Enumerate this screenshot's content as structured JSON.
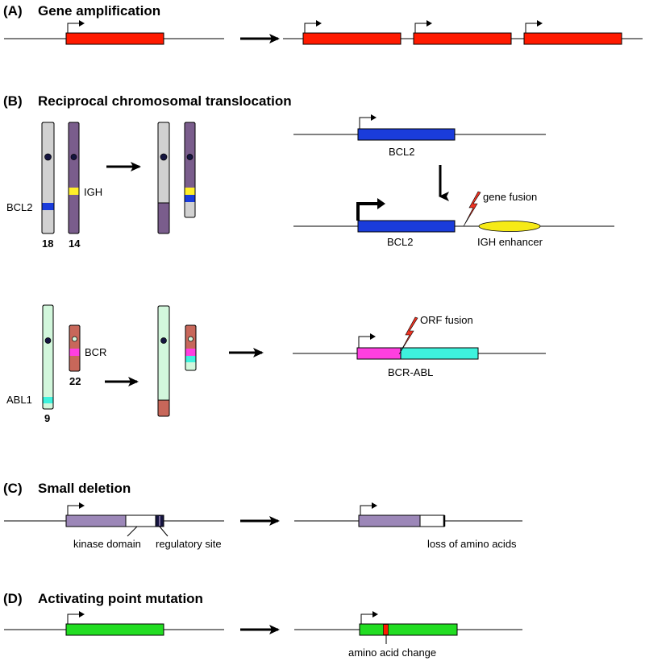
{
  "colors": {
    "red": "#ff1a00",
    "blue": "#1a3cdb",
    "gray": "#d1d1d1",
    "purple_chr": "#7a5d8c",
    "yellow": "#ffef2a",
    "magenta": "#ff3fe0",
    "cyan": "#3ef2dd",
    "pale_green": "#d2f7dc",
    "rust": "#c8675a",
    "lavender": "#9c87b8",
    "green": "#22dd22",
    "navy": "#151540",
    "bolt_red": "#ee3322",
    "ellipse_yellow": "#f6ea16"
  },
  "panels": {
    "a": {
      "letter": "(A)",
      "title": "Gene amplification"
    },
    "b": {
      "letter": "(B)",
      "title": "Reciprocal chromosomal translocation",
      "chr18": "18",
      "chr14": "14",
      "bcl2_left": "BCL2",
      "igh": "IGH",
      "bcl2_top": "BCL2",
      "bcl2_bottom": "BCL2",
      "gene_fusion": "gene fusion",
      "igh_enhancer": "IGH enhancer",
      "bcr": "BCR",
      "chr22": "22",
      "abl1": "ABL1",
      "chr9": "9",
      "orf_fusion": "ORF fusion",
      "bcr_abl": "BCR-ABL"
    },
    "c": {
      "letter": "(C)",
      "title": "Small deletion",
      "kinase_domain": "kinase domain",
      "regulatory_site": "regulatory site",
      "loss": "loss of amino acids"
    },
    "d": {
      "letter": "(D)",
      "title": "Activating point mutation",
      "aa_change": "amino acid change"
    }
  },
  "icons": [
    "transcription-start-arrow",
    "process-arrow",
    "lightning-bolt-icon",
    "centromere"
  ]
}
